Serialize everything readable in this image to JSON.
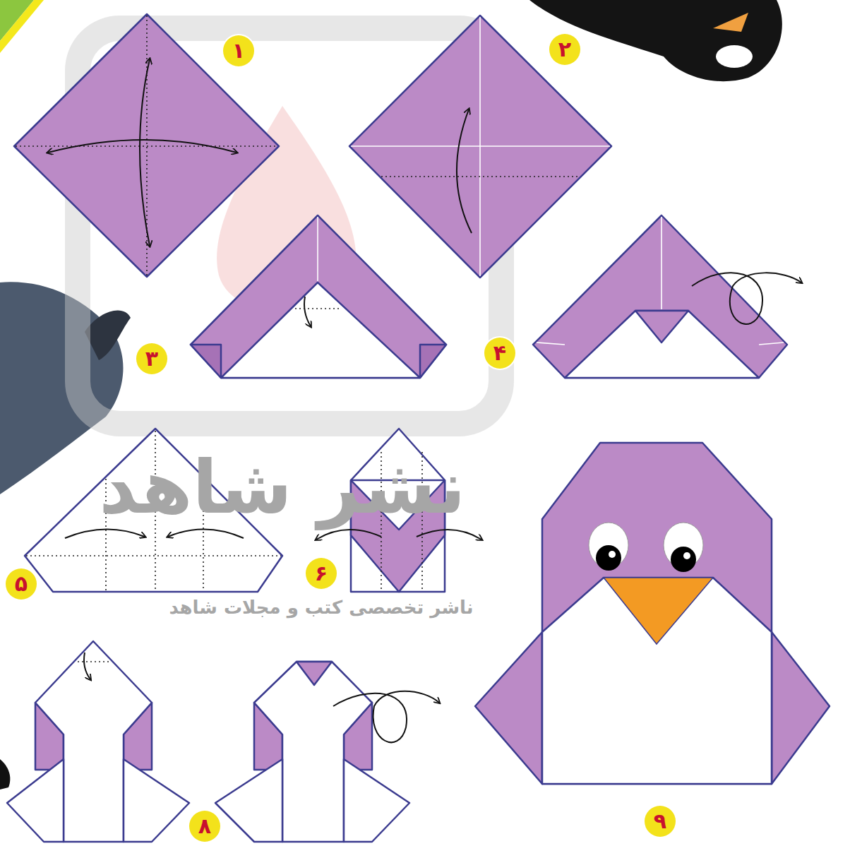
{
  "diagram": {
    "nodes": [
      {
        "text": [
          "۱"
        ]
      },
      {
        "text": [
          "۲"
        ]
      },
      {
        "text": [
          "۳"
        ]
      },
      {
        "text": [
          "۴"
        ]
      },
      {
        "text": [
          "۵"
        ]
      },
      {
        "text": [
          "۶"
        ]
      },
      {
        "text": [
          "۸"
        ]
      },
      {
        "text": [
          "۹"
        ]
      }
    ],
    "labels": [
      "نشر شاهد",
      "ناشر تخصصی کتب و مجلات شاهد"
    ]
  }
}
